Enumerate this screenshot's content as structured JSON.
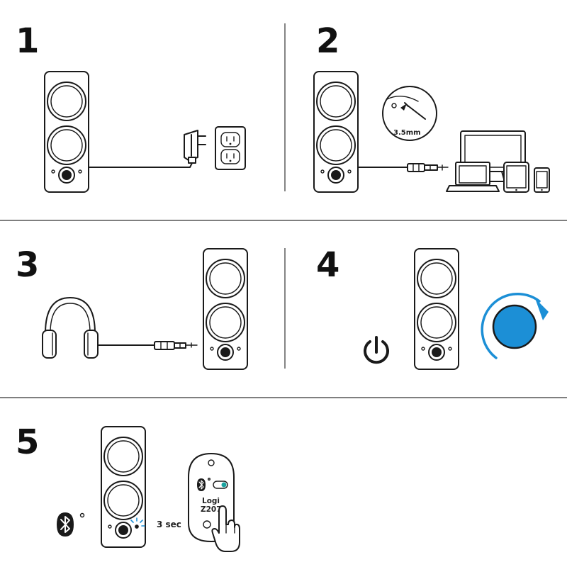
{
  "steps": [
    {
      "number": "1"
    },
    {
      "number": "2",
      "cable_label": "3.5mm"
    },
    {
      "number": "3"
    },
    {
      "number": "4"
    },
    {
      "number": "5",
      "hold_label": "3 sec",
      "device_name_line1": "Logi",
      "device_name_line2": "Z207"
    }
  ],
  "colors": {
    "accent_blue": "#1c8fd6",
    "line": "#1a1a1a",
    "divider": "#333333",
    "bluetooth_led": "#1c8fd6",
    "toggle_on": "#18a3a0"
  },
  "icons": [
    "speaker-icon",
    "wall-outlet-icon",
    "power-adapter-icon",
    "laptop-icon",
    "monitor-icon",
    "tablet-icon",
    "phone-icon",
    "headphones-icon",
    "power-icon",
    "volume-knob-icon",
    "bluetooth-icon",
    "hand-pointer-icon"
  ]
}
